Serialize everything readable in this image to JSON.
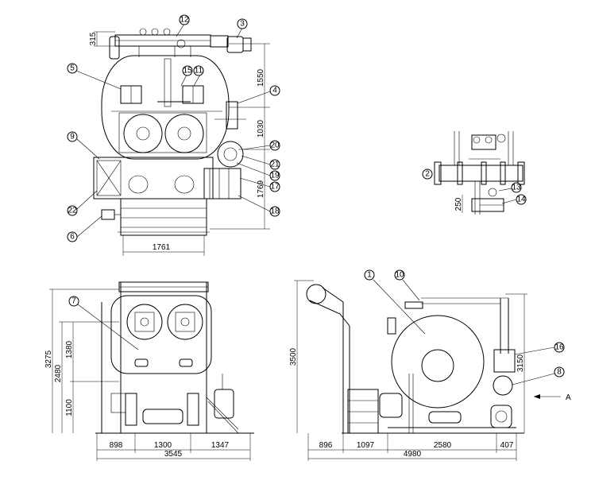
{
  "balloons": [
    "1",
    "2",
    "3",
    "4",
    "5",
    "6",
    "7",
    "8",
    "9",
    "10",
    "11",
    "12",
    "13",
    "14",
    "15",
    "16",
    "17",
    "18",
    "19",
    "20",
    "21",
    "22"
  ],
  "dimensions": {
    "top": {
      "d315": "315",
      "d1550": "1550",
      "d1030": "1030",
      "d1769": "1769",
      "d1761": "1761"
    },
    "detail": {
      "d250": "250"
    },
    "front": {
      "d3275": "3275",
      "d2480": "2480",
      "d1380": "1380",
      "d1100": "1100",
      "d898": "898",
      "d1300": "1300",
      "d1347": "1347",
      "d3545": "3545"
    },
    "side": {
      "d3500": "3500",
      "d3150": "3150",
      "d896": "896",
      "d1097": "1097",
      "d2580": "2580",
      "d407": "407",
      "d4980": "4980"
    }
  },
  "view_marker": "A"
}
